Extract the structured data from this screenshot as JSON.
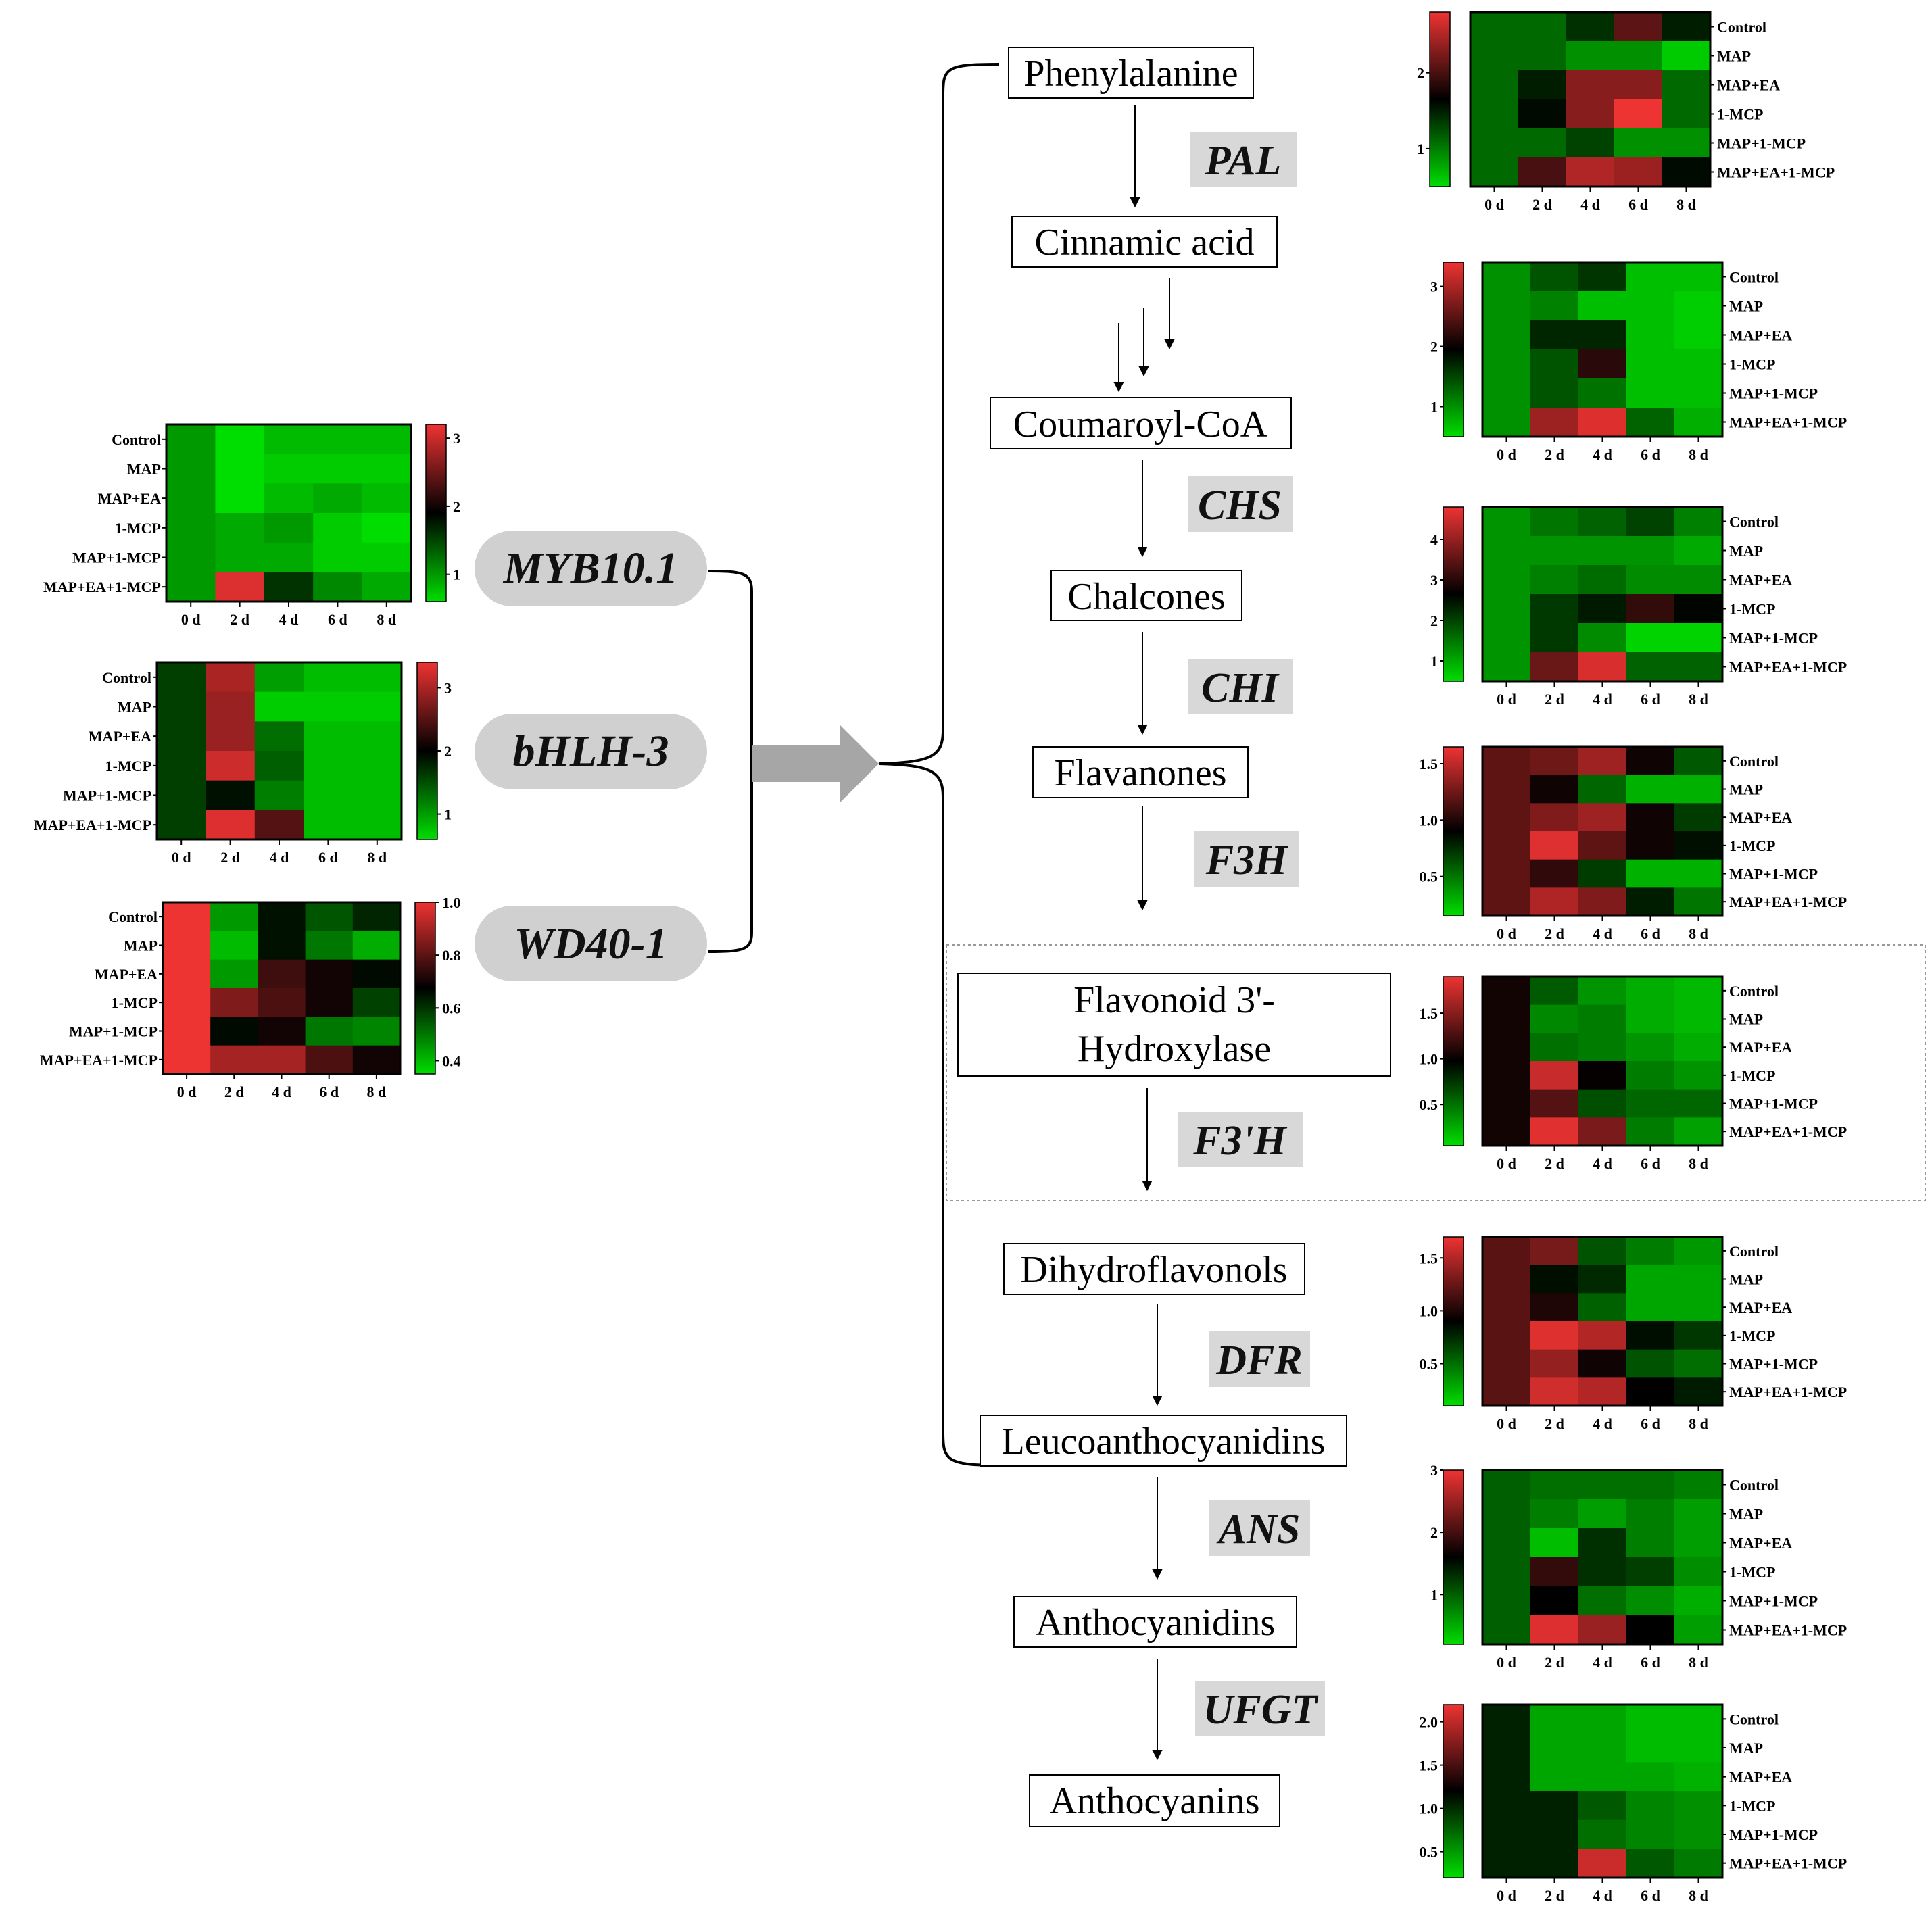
{
  "days": [
    "0 d",
    "2 d",
    "4 d",
    "6 d",
    "8 d"
  ],
  "treatments": [
    "Control",
    "MAP",
    "MAP+EA",
    "1-MCP",
    "MAP+1-MCP",
    "MAP+EA+1-MCP"
  ],
  "colors": {
    "low": "#00dd00",
    "mid": "#000000",
    "high": "#ee3333",
    "box_border": "#000000",
    "gene_fill": "#d8d8d8",
    "arrow": "#a6a6a6"
  },
  "transcription_factors": [
    {
      "id": "myb",
      "label": "MYB10.1",
      "scale_ticks": [
        "3",
        "2",
        "1"
      ],
      "scale_min": 0.6,
      "scale_max": 3.2,
      "values": [
        [
          1,
          0.6,
          0.8,
          0.8,
          0.8
        ],
        [
          1,
          0.6,
          0.7,
          0.7,
          0.7
        ],
        [
          1,
          0.6,
          0.8,
          0.9,
          0.8
        ],
        [
          1,
          0.9,
          1.0,
          0.7,
          0.6
        ],
        [
          1,
          0.9,
          0.9,
          0.7,
          0.7
        ],
        [
          1,
          3.1,
          1.6,
          1.1,
          0.9
        ]
      ]
    },
    {
      "id": "bhlh",
      "label": "bHLH-3",
      "scale_ticks": [
        "3",
        "2",
        "1"
      ],
      "scale_min": 0.6,
      "scale_max": 3.4,
      "values": [
        [
          1.6,
          3.0,
          1.0,
          0.8,
          0.8
        ],
        [
          1.6,
          2.9,
          0.7,
          0.7,
          0.7
        ],
        [
          1.6,
          2.9,
          1.3,
          0.8,
          0.8
        ],
        [
          1.6,
          3.2,
          1.4,
          0.8,
          0.8
        ],
        [
          1.6,
          1.9,
          1.2,
          0.8,
          0.8
        ],
        [
          1.6,
          3.3,
          2.5,
          0.8,
          0.8
        ]
      ]
    },
    {
      "id": "wd40",
      "label": "WD40-1",
      "scale_ticks": [
        "1.0",
        "0.8",
        "0.6",
        "0.4"
      ],
      "scale_min": 0.35,
      "scale_max": 1.0,
      "values": [
        [
          1.0,
          0.45,
          0.65,
          0.55,
          0.62
        ],
        [
          1.0,
          0.4,
          0.65,
          0.5,
          0.42
        ],
        [
          1.0,
          0.45,
          0.76,
          0.7,
          0.66
        ],
        [
          1.0,
          0.85,
          0.78,
          0.7,
          0.58
        ],
        [
          1.0,
          0.66,
          0.7,
          0.5,
          0.48
        ],
        [
          1.0,
          0.9,
          0.9,
          0.78,
          0.7
        ]
      ]
    }
  ],
  "pathway": {
    "compounds": [
      {
        "id": "phenylalanine",
        "label": "Phenylalanine"
      },
      {
        "id": "cinnamic",
        "label": "Cinnamic acid"
      },
      {
        "id": "coumaroyl",
        "label": "Coumaroyl-CoA"
      },
      {
        "id": "chalcones",
        "label": "Chalcones"
      },
      {
        "id": "flavanones",
        "label": "Flavanones"
      },
      {
        "id": "f3h_enzyme",
        "label": "Flavonoid 3'-",
        "label2": "Hydroxylase"
      },
      {
        "id": "dihydroflavonols",
        "label": "Dihydroflavonols"
      },
      {
        "id": "leuco",
        "label": "Leucoanthocyanidins"
      },
      {
        "id": "anthocyanidins",
        "label": "Anthocyanidins"
      },
      {
        "id": "anthocyanins",
        "label": "Anthocyanins"
      }
    ],
    "enzymes": [
      "PAL",
      "CHS",
      "CHI",
      "F3H",
      "F3'H",
      "DFR",
      "ANS",
      "UFGT"
    ]
  },
  "pathway_genes": [
    {
      "id": "pal",
      "scale_ticks": [
        "2",
        "1"
      ],
      "scale_min": 0.5,
      "scale_max": 2.8,
      "values": [
        [
          1.1,
          1.1,
          1.4,
          2.1,
          1.5
        ],
        [
          1.1,
          1.1,
          0.9,
          0.9,
          0.6
        ],
        [
          1.1,
          1.5,
          2.3,
          2.3,
          1.1
        ],
        [
          1.1,
          1.6,
          2.3,
          2.8,
          1.1
        ],
        [
          1.1,
          1.1,
          1.3,
          0.9,
          0.9
        ],
        [
          1.1,
          2.0,
          2.5,
          2.4,
          1.6
        ]
      ]
    },
    {
      "id": "chs",
      "scale_ticks": [
        "3",
        "2",
        "1"
      ],
      "scale_min": 0.5,
      "scale_max": 3.4,
      "values": [
        [
          1.0,
          1.4,
          1.6,
          0.7,
          0.7
        ],
        [
          1.0,
          1.1,
          0.7,
          0.7,
          0.6
        ],
        [
          1.0,
          1.7,
          1.7,
          0.7,
          0.6
        ],
        [
          1.0,
          1.4,
          2.2,
          0.7,
          0.7
        ],
        [
          1.0,
          1.4,
          1.2,
          0.7,
          0.7
        ],
        [
          1.0,
          2.9,
          3.3,
          1.3,
          0.8
        ]
      ]
    },
    {
      "id": "chi",
      "scale_ticks": [
        "4",
        "3",
        "2",
        "1"
      ],
      "scale_min": 0.5,
      "scale_max": 4.8,
      "values": [
        [
          1.2,
          1.5,
          1.7,
          2.0,
          1.4
        ],
        [
          1.2,
          1.2,
          1.2,
          1.2,
          1.0
        ],
        [
          1.2,
          1.4,
          1.6,
          1.3,
          1.3
        ],
        [
          1.2,
          2.1,
          2.4,
          3.1,
          2.6
        ],
        [
          1.2,
          2.1,
          1.3,
          0.6,
          0.6
        ],
        [
          1.2,
          3.6,
          4.6,
          1.7,
          1.7
        ]
      ]
    },
    {
      "id": "f3h",
      "scale_ticks": [
        "1.5",
        "1.0",
        "0.5"
      ],
      "scale_min": 0.15,
      "scale_max": 1.65,
      "values": [
        [
          1.2,
          1.25,
          1.4,
          0.95,
          0.6
        ],
        [
          1.2,
          0.95,
          0.55,
          0.3,
          0.3
        ],
        [
          1.2,
          1.3,
          1.4,
          0.95,
          0.7
        ],
        [
          1.2,
          1.6,
          1.2,
          0.95,
          0.85
        ],
        [
          1.2,
          1.05,
          0.7,
          0.3,
          0.3
        ],
        [
          1.2,
          1.45,
          1.3,
          0.8,
          0.5
        ]
      ]
    },
    {
      "id": "f3prime",
      "scale_ticks": [
        "1.5",
        "1.0",
        "0.5"
      ],
      "scale_min": 0.05,
      "scale_max": 1.9,
      "values": [
        [
          1.05,
          0.6,
          0.35,
          0.25,
          0.2
        ],
        [
          1.05,
          0.4,
          0.45,
          0.25,
          0.2
        ],
        [
          1.05,
          0.5,
          0.45,
          0.35,
          0.25
        ],
        [
          1.05,
          1.75,
          1.0,
          0.45,
          0.35
        ],
        [
          1.05,
          1.3,
          0.65,
          0.55,
          0.55
        ],
        [
          1.05,
          1.85,
          1.45,
          0.45,
          0.3
        ]
      ]
    },
    {
      "id": "dfr",
      "scale_ticks": [
        "1.5",
        "1.0",
        "0.5"
      ],
      "scale_min": 0.1,
      "scale_max": 1.7,
      "values": [
        [
          1.2,
          1.3,
          0.6,
          0.45,
          0.35
        ],
        [
          1.2,
          0.85,
          0.75,
          0.3,
          0.3
        ],
        [
          1.2,
          1.0,
          0.55,
          0.3,
          0.3
        ],
        [
          1.2,
          1.65,
          1.5,
          0.85,
          0.7
        ],
        [
          1.2,
          1.4,
          0.95,
          0.6,
          0.5
        ],
        [
          1.2,
          1.6,
          1.5,
          0.9,
          0.8
        ]
      ]
    },
    {
      "id": "ans",
      "scale_ticks": [
        "3",
        "2",
        "1"
      ],
      "scale_min": 0.2,
      "scale_max": 3.0,
      "values": [
        [
          1.0,
          0.9,
          0.9,
          0.9,
          0.8
        ],
        [
          1.0,
          0.8,
          0.6,
          0.8,
          0.6
        ],
        [
          1.0,
          0.4,
          1.3,
          0.8,
          0.6
        ],
        [
          1.0,
          1.9,
          1.3,
          1.2,
          0.7
        ],
        [
          1.0,
          1.6,
          0.9,
          0.7,
          0.5
        ],
        [
          1.0,
          2.9,
          2.5,
          1.6,
          0.6
        ]
      ]
    },
    {
      "id": "ufgt",
      "scale_ticks": [
        "2.0",
        "1.5",
        "1.0",
        "0.5"
      ],
      "scale_min": 0.2,
      "scale_max": 2.2,
      "values": [
        [
          1.05,
          0.45,
          0.45,
          0.35,
          0.35
        ],
        [
          1.05,
          0.45,
          0.45,
          0.35,
          0.35
        ],
        [
          1.05,
          0.45,
          0.45,
          0.45,
          0.4
        ],
        [
          1.05,
          1.05,
          0.8,
          0.6,
          0.55
        ],
        [
          1.05,
          1.05,
          0.7,
          0.6,
          0.55
        ],
        [
          1.05,
          1.05,
          2.05,
          0.8,
          0.65
        ]
      ]
    }
  ]
}
